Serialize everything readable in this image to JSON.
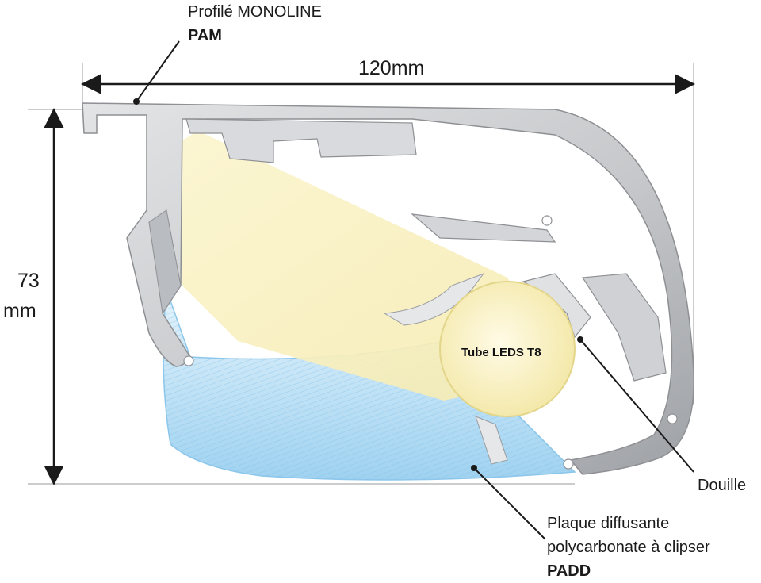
{
  "profile": {
    "line1": "Profilé MONOLINE",
    "line2": "PAM"
  },
  "dimensions": {
    "width": "120mm",
    "height_value": "73",
    "height_unit": "mm"
  },
  "tube": {
    "label": "Tube LEDS T8"
  },
  "socket": {
    "label": "Douille"
  },
  "diffuser": {
    "line1": "Plaque diffusante",
    "line2": "polycarbonate à clipser",
    "line3": "PADD"
  },
  "colors": {
    "profile": "#c9cbce",
    "profile_edge": "#8e9094",
    "light": "#fbf3c4",
    "diffuser": "#a9d7f1",
    "ink": "#1a1a1a"
  }
}
